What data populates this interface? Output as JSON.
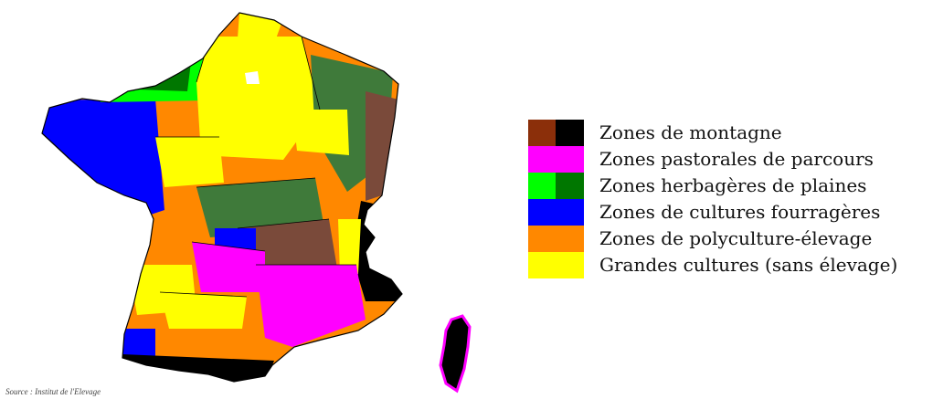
{
  "colors": {
    "mountain_brown": "#8b2f0a",
    "mountain_black": "#000000",
    "pastoral": "#ff00ff",
    "grass_light": "#00ff00",
    "grass_dark": "#007700",
    "grass_mid": "#3f7a3a",
    "forage": "#0000ff",
    "polyculture": "#ff8800",
    "crops": "#ffff00",
    "boundary": "#000000",
    "mountain_mid": "#7a4a3a"
  },
  "legend": {
    "items": [
      {
        "label": "Zones de montagne",
        "color_left": "#8b2f0a",
        "color_right": "#000000"
      },
      {
        "label": "Zones pastorales de parcours",
        "color_left": "#ff00ff",
        "color_right": "#ff00ff"
      },
      {
        "label": "Zones herbagères de plaines",
        "color_left": "#00ff00",
        "color_right": "#007700"
      },
      {
        "label": "Zones de cultures fourragères",
        "color_left": "#0000ff",
        "color_right": "#0000ff"
      },
      {
        "label": "Zones de polyculture-élevage",
        "color_left": "#ff8800",
        "color_right": "#ff8800"
      },
      {
        "label": "Grandes cultures (sans élevage)",
        "color_left": "#ffff00",
        "color_right": "#ffff00"
      }
    ]
  },
  "source": "Source : Institut de l'Elevage"
}
